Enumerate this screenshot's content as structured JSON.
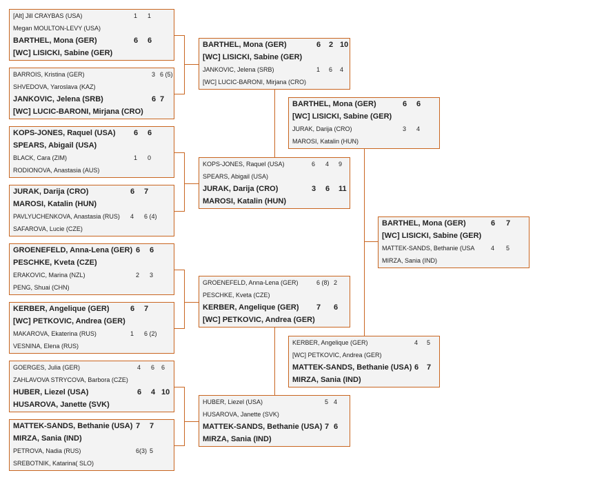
{
  "draw": {
    "r1": [
      {
        "teams": [
          {
            "name": "[Alt] Jill CRAYBAS (USA)",
            "scores": [
              "1",
              "1"
            ],
            "winner": false
          },
          {
            "name": "Megan MOULTON-LEVY (USA)",
            "scores": [],
            "winner": false
          },
          {
            "name": "BARTHEL, Mona (GER)",
            "scores": [
              "6",
              "6"
            ],
            "winner": true
          },
          {
            "name": "[WC] LISICKI, Sabine (GER)",
            "scores": [],
            "winner": true
          }
        ]
      },
      {
        "teams": [
          {
            "name": "BARROIS, Kristina (GER)",
            "scores": [
              "3",
              "6 (5)"
            ],
            "winner": false
          },
          {
            "name": "SHVEDOVA, Yaroslava (KAZ)",
            "scores": [],
            "winner": false
          },
          {
            "name": "JANKOVIC, Jelena (SRB)",
            "scores": [
              "6",
              "7"
            ],
            "winner": true
          },
          {
            "name": "[WC] LUCIC-BARONI, Mirjana (CRO)",
            "scores": [],
            "winner": true
          }
        ]
      },
      {
        "teams": [
          {
            "name": "KOPS-JONES, Raquel (USA)",
            "scores": [
              "6",
              "6"
            ],
            "winner": true
          },
          {
            "name": "SPEARS, Abigail (USA)",
            "scores": [],
            "winner": true
          },
          {
            "name": "BLACK, Cara (ZIM)",
            "scores": [
              "1",
              "0"
            ],
            "winner": false
          },
          {
            "name": "RODIONOVA, Anastasia (AUS)",
            "scores": [],
            "winner": false
          }
        ]
      },
      {
        "teams": [
          {
            "name": "JURAK, Darija (CRO)",
            "scores": [
              "6",
              "7"
            ],
            "winner": true
          },
          {
            "name": "MAROSI, Katalin (HUN)",
            "scores": [],
            "winner": true
          },
          {
            "name": "PAVLYUCHENKOVA, Anastasia (RUS)",
            "scores": [
              "4",
              "6 (4)"
            ],
            "winner": false
          },
          {
            "name": "SAFAROVA, Lucie (CZE)",
            "scores": [],
            "winner": false
          }
        ]
      },
      {
        "teams": [
          {
            "name": "GROENEFELD, Anna-Lena (GER)",
            "scores": [
              "6",
              "6"
            ],
            "winner": true
          },
          {
            "name": "PESCHKE, Kveta (CZE)",
            "scores": [],
            "winner": true
          },
          {
            "name": "ERAKOVIC, Marina (NZL)",
            "scores": [
              "2",
              "3"
            ],
            "winner": false
          },
          {
            "name": "PENG, Shuai (CHN)",
            "scores": [],
            "winner": false
          }
        ]
      },
      {
        "teams": [
          {
            "name": "KERBER, Angelique (GER)",
            "scores": [
              "6",
              "7"
            ],
            "winner": true
          },
          {
            "name": "[WC] PETKOVIC, Andrea (GER)",
            "scores": [],
            "winner": true
          },
          {
            "name": "MAKAROVA, Ekaterina (RUS)",
            "scores": [
              "1",
              "6 (2)"
            ],
            "winner": false
          },
          {
            "name": "VESNINA, Elena (RUS)",
            "scores": [],
            "winner": false
          }
        ]
      },
      {
        "teams": [
          {
            "name": "GOERGES, Julia (GER)",
            "scores": [
              "4",
              "6",
              "6"
            ],
            "winner": false
          },
          {
            "name": "ZAHLAVOVA STRYCOVA, Barbora (CZE)",
            "scores": [],
            "winner": false
          },
          {
            "name": "HUBER, Liezel (USA)",
            "scores": [
              "6",
              "4",
              "10"
            ],
            "winner": true
          },
          {
            "name": "HUSAROVA, Janette (SVK)",
            "scores": [],
            "winner": true
          }
        ]
      },
      {
        "teams": [
          {
            "name": "MATTEK-SANDS, Bethanie (USA)",
            "scores": [
              "7",
              "7"
            ],
            "winner": true
          },
          {
            "name": "MIRZA, Sania (IND)",
            "scores": [],
            "winner": true
          },
          {
            "name": "PETROVA, Nadia (RUS)",
            "scores": [
              "6(3)",
              "5"
            ],
            "winner": false
          },
          {
            "name": "SREBOTNIK, Katarina( SLO)",
            "scores": [],
            "winner": false
          }
        ]
      }
    ],
    "r2": [
      {
        "teams": [
          {
            "name": "BARTHEL, Mona (GER)",
            "scores": [
              "6",
              "2",
              "10"
            ],
            "winner": true
          },
          {
            "name": "[WC] LISICKI, Sabine (GER)",
            "scores": [],
            "winner": true
          },
          {
            "name": "JANKOVIC, Jelena (SRB)",
            "scores": [
              "1",
              "6",
              "4"
            ],
            "winner": false
          },
          {
            "name": "[WC] LUCIC-BARONI, Mirjana (CRO)",
            "scores": [],
            "winner": false
          }
        ]
      },
      {
        "teams": [
          {
            "name": "KOPS-JONES, Raquel (USA)",
            "scores": [
              "6",
              "4",
              "9"
            ],
            "winner": false
          },
          {
            "name": "SPEARS, Abigail (USA)",
            "scores": [],
            "winner": false
          },
          {
            "name": "JURAK, Darija (CRO)",
            "scores": [
              "3",
              "6",
              "11"
            ],
            "winner": true
          },
          {
            "name": "MAROSI, Katalin (HUN)",
            "scores": [],
            "winner": true
          }
        ]
      },
      {
        "teams": [
          {
            "name": "GROENEFELD, Anna-Lena (GER)",
            "scores": [
              "6 (8)",
              "2"
            ],
            "winner": false
          },
          {
            "name": "PESCHKE, Kveta (CZE)",
            "scores": [],
            "winner": false
          },
          {
            "name": "KERBER, Angelique (GER)",
            "scores": [
              "7",
              "6"
            ],
            "winner": true
          },
          {
            "name": "[WC] PETKOVIC, Andrea (GER)",
            "scores": [],
            "winner": true
          }
        ]
      },
      {
        "teams": [
          {
            "name": "HUBER, Liezel (USA)",
            "scores": [
              "5",
              "4"
            ],
            "winner": false
          },
          {
            "name": "HUSAROVA, Janette (SVK)",
            "scores": [],
            "winner": false
          },
          {
            "name": "MATTEK-SANDS, Bethanie (USA)",
            "scores": [
              "7",
              "6"
            ],
            "winner": true
          },
          {
            "name": "MIRZA, Sania (IND)",
            "scores": [],
            "winner": true
          }
        ]
      }
    ],
    "r3": [
      {
        "teams": [
          {
            "name": "BARTHEL, Mona (GER)",
            "scores": [
              "6",
              "6"
            ],
            "winner": true
          },
          {
            "name": "[WC] LISICKI, Sabine (GER)",
            "scores": [],
            "winner": true
          },
          {
            "name": "JURAK, Darija (CRO)",
            "scores": [
              "3",
              "4"
            ],
            "winner": false
          },
          {
            "name": "MAROSI, Katalin (HUN)",
            "scores": [],
            "winner": false
          }
        ]
      },
      {
        "teams": [
          {
            "name": "KERBER, Angelique (GER)",
            "scores": [
              "4",
              "5"
            ],
            "winner": false
          },
          {
            "name": "[WC] PETKOVIC, Andrea (GER)",
            "scores": [],
            "winner": false
          },
          {
            "name": "MATTEK-SANDS, Bethanie (USA)",
            "scores": [
              "6",
              "7"
            ],
            "winner": true
          },
          {
            "name": "MIRZA, Sania (IND)",
            "scores": [],
            "winner": true
          }
        ]
      }
    ],
    "r4": [
      {
        "teams": [
          {
            "name": "BARTHEL, Mona (GER)",
            "scores": [
              "6",
              "7"
            ],
            "winner": true
          },
          {
            "name": "[WC] LISICKI, Sabine (GER)",
            "scores": [],
            "winner": true
          },
          {
            "name": "MATTEK-SANDS, Bethanie (USA",
            "scores": [
              "4",
              "5"
            ],
            "winner": false
          },
          {
            "name": "MIRZA, Sania (IND)",
            "scores": [],
            "winner": false
          }
        ]
      }
    ]
  }
}
